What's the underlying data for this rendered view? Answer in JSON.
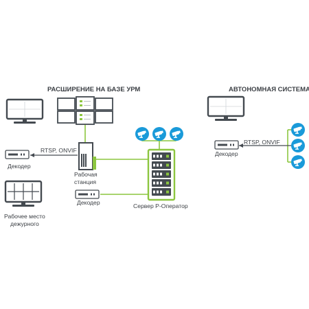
{
  "titles": {
    "left": "РАСШИРЕНИЕ НА БАЗЕ УРМ",
    "right": "АВТОНОМНАЯ СИСТЕМА"
  },
  "labels": {
    "decoder_left": "Декодер",
    "rtsp_left": "RTSP, ONVIF",
    "workstation_line1": "Рабочая",
    "workstation_line2": "станция",
    "decoder_middle": "Декодер",
    "server": "Сервер Р-Оператор",
    "duty_line1": "Рабочее место",
    "duty_line2": "дежурного",
    "decoder_right": "Декодер",
    "rtsp_right": "RTSP, ONVIF"
  },
  "colors": {
    "link_green": "#8cc63f",
    "camera_blue": "#1a9ad9",
    "device_gray": "#e6e8ea",
    "device_outline": "#444a50",
    "check_green": "#8cc63f",
    "text": "#3b3f44"
  },
  "icons": {
    "camera": "cctv-camera-icon",
    "monitor": "monitor-icon",
    "decoder": "decoder-box-icon",
    "server": "server-rack-icon",
    "workstation": "workstation-tower-icon"
  }
}
